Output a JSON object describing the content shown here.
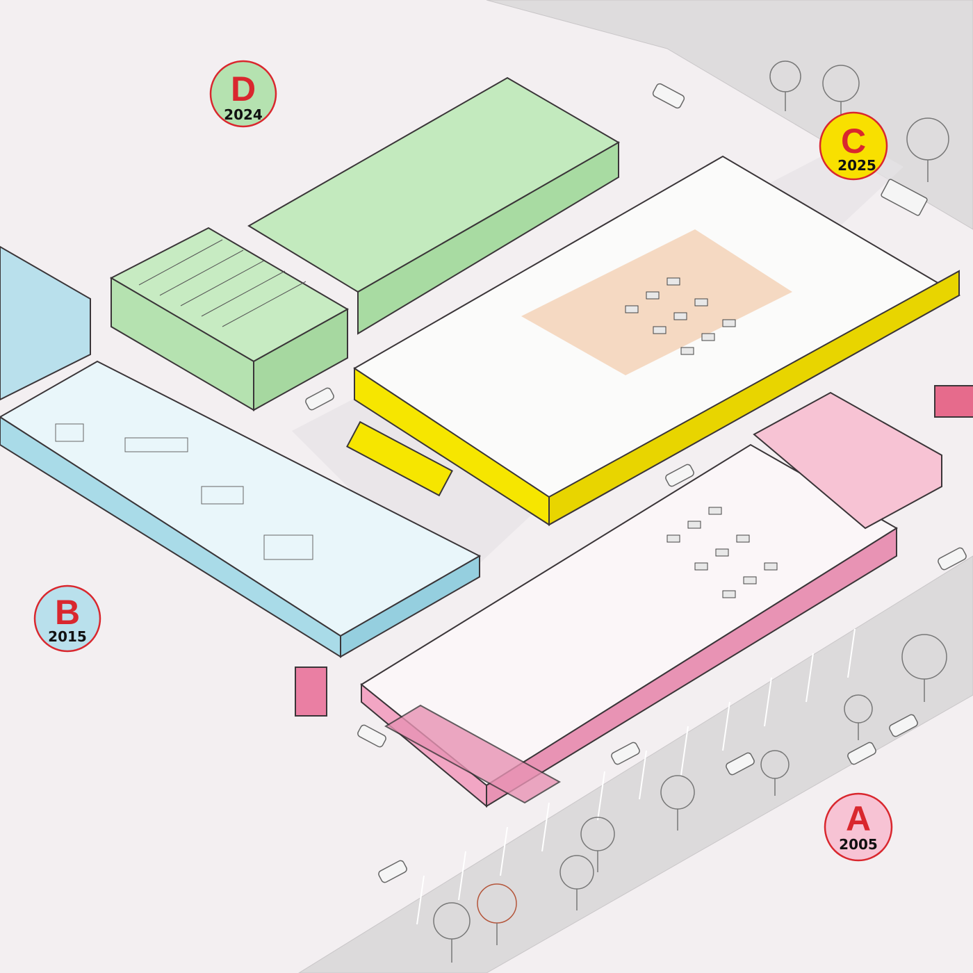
{
  "buildings": [
    {
      "id": "A",
      "letter": "A",
      "year": "2005",
      "color": "#f2a6c4",
      "badge_fill": "#f7c3d4"
    },
    {
      "id": "B",
      "letter": "B",
      "year": "2015",
      "color": "#a9dbe8",
      "badge_fill": "#b9e0ec"
    },
    {
      "id": "C",
      "letter": "C",
      "year": "2025",
      "color": "#f6e600",
      "badge_fill": "#f8e000"
    },
    {
      "id": "D",
      "letter": "D",
      "year": "2024",
      "color": "#b5e2b0",
      "badge_fill": "#b5e2b0"
    }
  ],
  "colors": {
    "background": "#f3eff1",
    "road": "#dcdadb",
    "line": "#3a3538",
    "badge_ring": "#d9272e",
    "badge_letter": "#d9272e",
    "badge_year": "#111111"
  },
  "icons": [
    "tree-icon",
    "car-icon",
    "truck-icon"
  ]
}
